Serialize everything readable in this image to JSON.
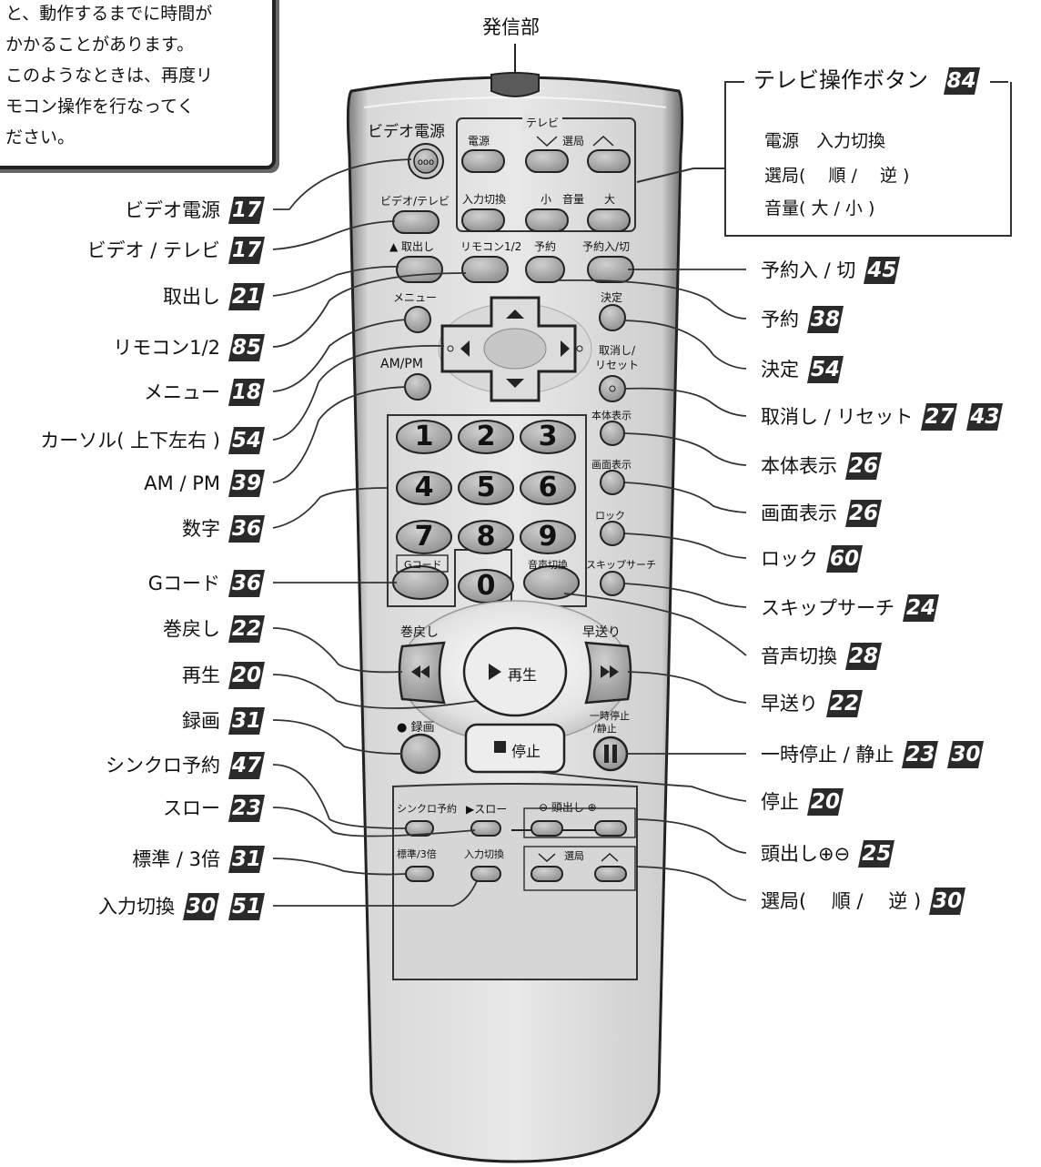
{
  "note_lines": [
    "と、動作するまでに時間が",
    "かかることがあります。",
    "このようなときは、再度リ",
    "モコン操作を行なってく",
    "ださい。"
  ],
  "transmitter_label": "発信部",
  "tv_panel": {
    "title": "テレビ操作ボタン",
    "page": "84",
    "lines": [
      "電源　入力切換",
      "選局(　 順 /　 逆 )",
      "音量( 大 / 小 )"
    ]
  },
  "left_callouts": [
    {
      "label": "ビデオ電源",
      "pages": [
        "17"
      ]
    },
    {
      "label": "ビデオ / テレビ",
      "pages": [
        "17"
      ]
    },
    {
      "label": "取出し",
      "pages": [
        "21"
      ]
    },
    {
      "label": "リモコン1/2",
      "pages": [
        "85"
      ]
    },
    {
      "label": "メニュー",
      "pages": [
        "18"
      ]
    },
    {
      "label": "カーソル( 上下左右 )",
      "pages": [
        "54"
      ]
    },
    {
      "label": "AM / PM",
      "pages": [
        "39"
      ]
    },
    {
      "label": "数字",
      "pages": [
        "36"
      ]
    },
    {
      "label": "Gコード",
      "pages": [
        "36"
      ]
    },
    {
      "label": "巻戻し",
      "pages": [
        "22"
      ]
    },
    {
      "label": "再生",
      "pages": [
        "20"
      ]
    },
    {
      "label": "録画",
      "pages": [
        "31"
      ]
    },
    {
      "label": "シンクロ予約",
      "pages": [
        "47"
      ]
    },
    {
      "label": "スロー",
      "pages": [
        "23"
      ]
    },
    {
      "label": "標準 / 3倍",
      "pages": [
        "31"
      ]
    },
    {
      "label": "入力切換",
      "pages": [
        "30",
        "51"
      ]
    }
  ],
  "right_callouts": [
    {
      "label": "予約入 / 切",
      "pages": [
        "45"
      ]
    },
    {
      "label": "予約",
      "pages": [
        "38"
      ]
    },
    {
      "label": "決定",
      "pages": [
        "54"
      ]
    },
    {
      "label": "取消し / リセット",
      "pages": [
        "27",
        "43"
      ]
    },
    {
      "label": "本体表示",
      "pages": [
        "26"
      ]
    },
    {
      "label": "画面表示",
      "pages": [
        "26"
      ]
    },
    {
      "label": "ロック",
      "pages": [
        "60"
      ]
    },
    {
      "label": "スキップサーチ",
      "pages": [
        "24"
      ]
    },
    {
      "label": "音声切換",
      "pages": [
        "28"
      ]
    },
    {
      "label": "早送り",
      "pages": [
        "22"
      ]
    },
    {
      "label": "一時停止 / 静止",
      "pages": [
        "23",
        "30"
      ]
    },
    {
      "label": "停止",
      "pages": [
        "20"
      ]
    },
    {
      "label": "頭出し⊕⊖",
      "pages": [
        "25"
      ]
    },
    {
      "label": "選局(　 順 /　 逆 )",
      "pages": [
        "30"
      ]
    }
  ],
  "remote": {
    "video_power": "ビデオ電源",
    "tv_header": "テレビ",
    "tv_power": "電源",
    "tv_channel": "選局",
    "tv_input": "入力切換",
    "tv_small": "小",
    "tv_volume": "音量",
    "tv_large": "大",
    "video_tv": "ビデオ/テレビ",
    "eject": "▲ 取出し",
    "remote12": "リモコン1/2",
    "reserve": "予約",
    "reserve_onoff": "予約入/切",
    "menu": "メニュー",
    "enter": "決定",
    "ampm": "AM/PM",
    "cancel": "取消し/",
    "reset": "リセット",
    "display_unit": "本体表示",
    "display_screen": "画面表示",
    "lock": "ロック",
    "skip": "スキップサーチ",
    "audio": "音声切換",
    "gcode": "Gコード",
    "digits": [
      "1",
      "2",
      "3",
      "4",
      "5",
      "6",
      "7",
      "8",
      "9",
      "0"
    ],
    "rewind": "巻戻し",
    "ffwd": "早送り",
    "play": "再生",
    "record": "● 録画",
    "pause1": "一時停止",
    "pause2": "/静止",
    "stop": "停止",
    "sync": "シンクロ予約",
    "slow": "▶スロー",
    "cue": "⊖ 頭出し ⊕",
    "std3": "標準/3倍",
    "input": "入力切換",
    "channel": "選局"
  }
}
